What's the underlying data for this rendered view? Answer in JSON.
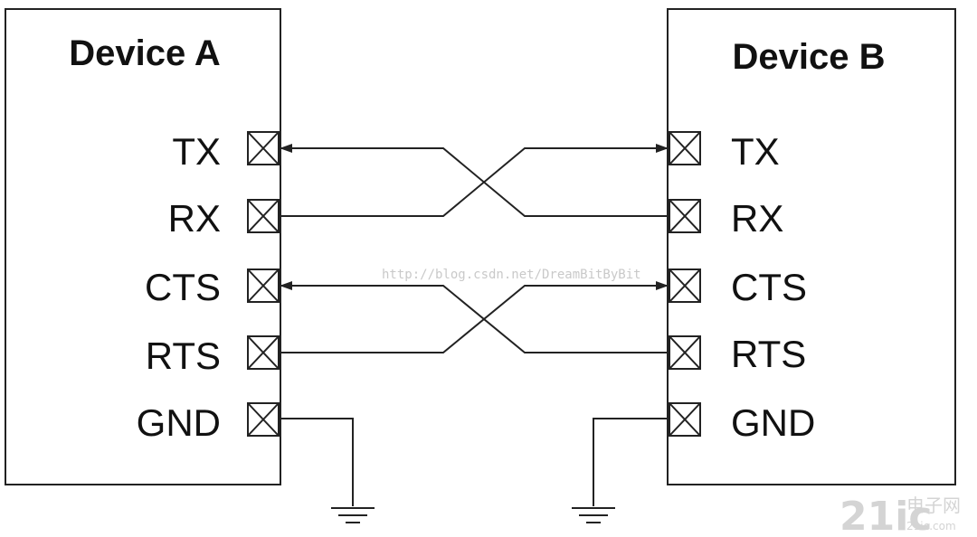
{
  "device_a": {
    "title": "Device A",
    "pins": [
      "TX",
      "RX",
      "CTS",
      "RTS",
      "GND"
    ]
  },
  "device_b": {
    "title": "Device B",
    "pins": [
      "TX",
      "RX",
      "CTS",
      "RTS",
      "GND"
    ]
  },
  "watermark": {
    "url": "http://blog.csdn.net/DreamBitByBit",
    "logo_number": "21ic",
    "logo_cn_top": "电子网",
    "logo_cn_bottom": "21ic.com"
  },
  "colors": {
    "line": "#222222",
    "text": "#111111",
    "watermark": "#c9c9c9",
    "logo": "#d4d4d4"
  }
}
